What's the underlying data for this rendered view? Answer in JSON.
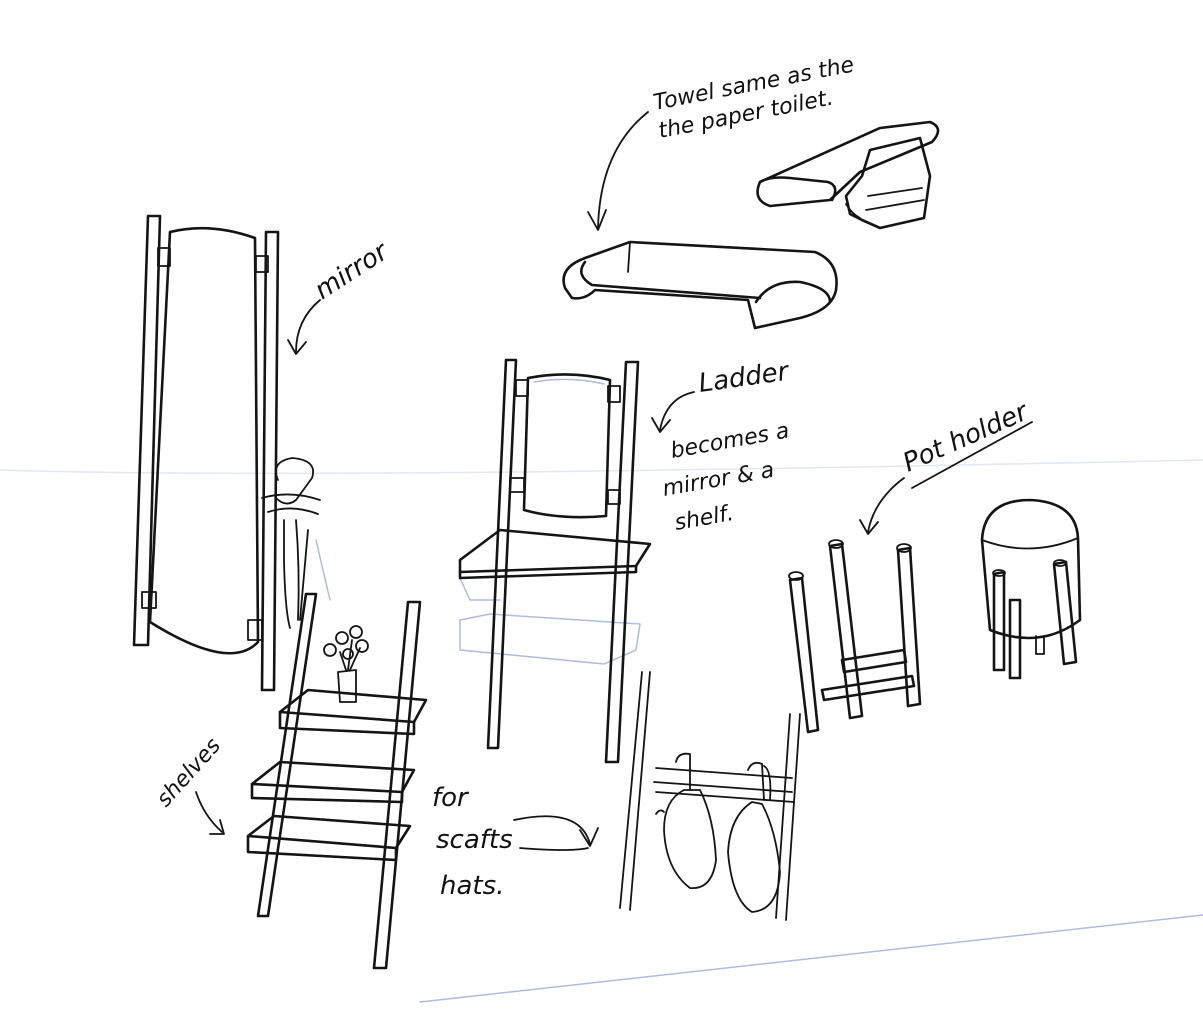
{
  "labels": {
    "towel_line1": "Towel same as the",
    "towel_line2": "the paper toilet.",
    "mirror": "mirror",
    "ladder": "Ladder",
    "ladder_note1": "becomes a",
    "ladder_note2": "mirror & a",
    "ladder_note3": "shelf.",
    "pot_holder": "Pot holder",
    "shelves": "shelves",
    "for_line1": "for",
    "for_line2": "scafts",
    "for_line3": "hats."
  },
  "colors": {
    "ink": "#141414",
    "ghost_pencil": "#aebbe0",
    "paper": "#ffffff"
  }
}
